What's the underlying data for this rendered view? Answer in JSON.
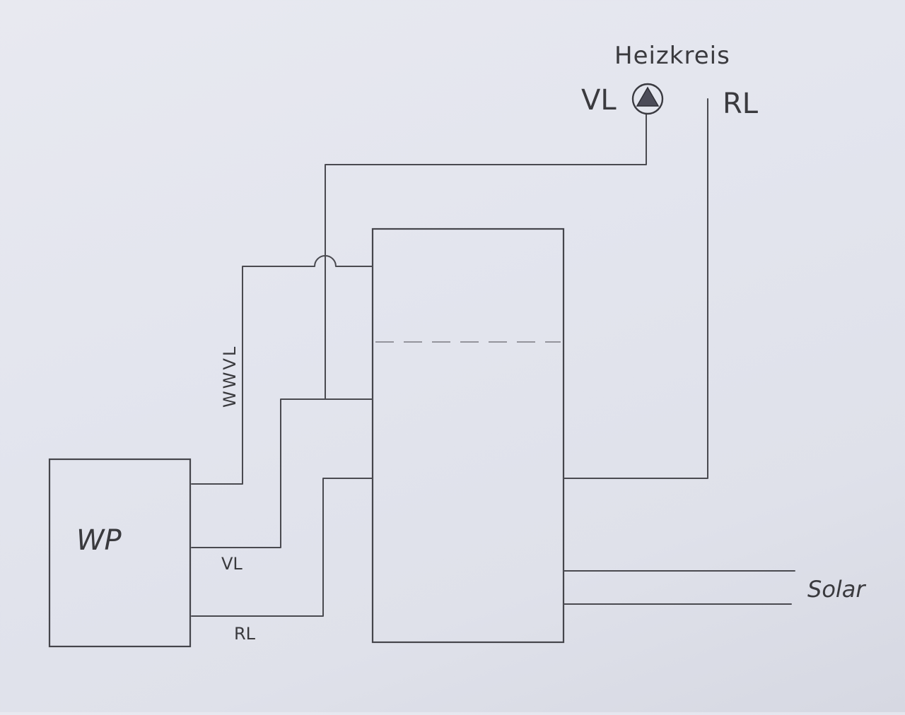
{
  "labels": {
    "heizkreis": "Heizkreis",
    "heizkreis_vl": "VL",
    "heizkreis_rl": "RL",
    "wp": "WP",
    "wp_vl": "VL",
    "wp_rl": "RL",
    "wwvl": "WWVL",
    "solar": "Solar"
  }
}
